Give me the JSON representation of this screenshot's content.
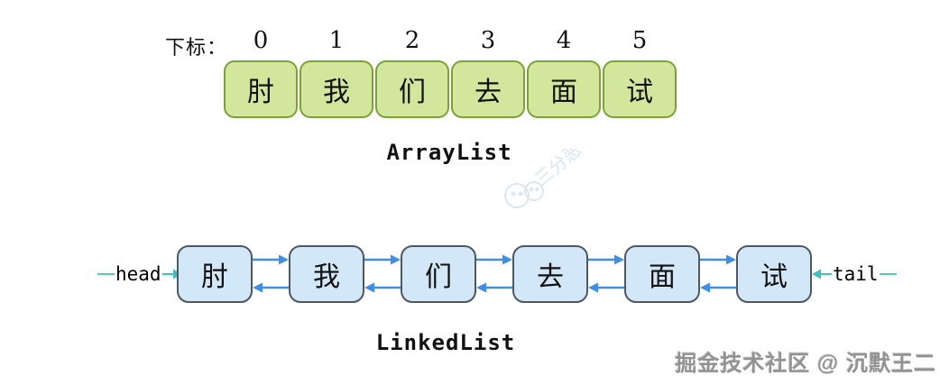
{
  "array_section": {
    "index_label": "下标：",
    "indices": [
      "0",
      "1",
      "2",
      "3",
      "4",
      "5"
    ],
    "items": [
      "肘",
      "我",
      "们",
      "去",
      "面",
      "试"
    ],
    "title": "ArrayList"
  },
  "linked_section": {
    "head_label": "head",
    "tail_label": "tail",
    "items": [
      "肘",
      "我",
      "们",
      "去",
      "面",
      "试"
    ],
    "title": "LinkedList"
  },
  "watermarks": {
    "center_text": "三分恶",
    "footer_text": "掘金技术社区 @ 沉默王二"
  },
  "colors": {
    "array_fill": "#d2e79c",
    "array_border": "#7ba236",
    "node_fill": "#d2e7f7",
    "node_border": "#4e5862",
    "pointer_arrow_blue": "#3f8fe8",
    "head_tail_teal": "#3fbfc0",
    "watermark_gray": "#929292",
    "watermark_light_blue": "#d9e6f2"
  }
}
